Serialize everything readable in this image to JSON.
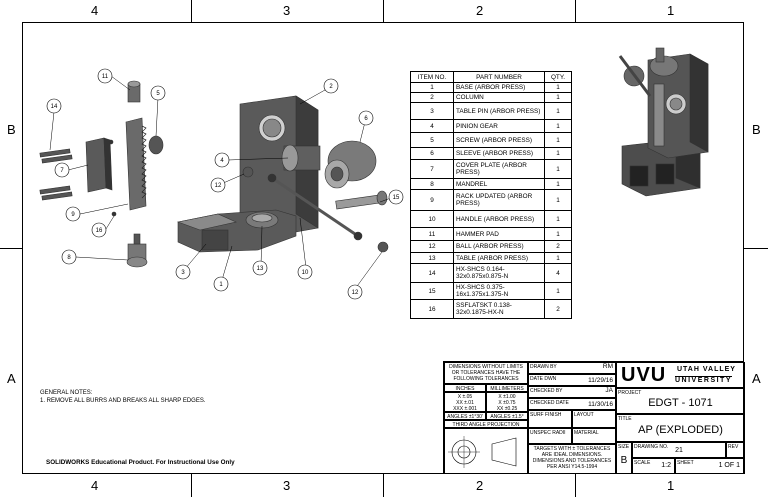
{
  "zones": {
    "top": [
      "4",
      "3",
      "2",
      "1"
    ],
    "bottom": [
      "4",
      "3",
      "2",
      "1"
    ],
    "left": [
      "B",
      "A"
    ],
    "right": [
      "B",
      "A"
    ]
  },
  "bom": {
    "headers": [
      "ITEM NO.",
      "PART NUMBER",
      "QTY."
    ],
    "rows": [
      {
        "item": "1",
        "part": "BASE (ARBOR PRESS)",
        "qty": "1"
      },
      {
        "item": "2",
        "part": "COLUMN",
        "qty": "1"
      },
      {
        "item": "3",
        "part": "TABLE PIN (ARBOR PRESS)",
        "qty": "1"
      },
      {
        "item": "4",
        "part": "PINION GEAR",
        "qty": "1"
      },
      {
        "item": "5",
        "part": "SCREW (ARBOR PRESS)",
        "qty": "1"
      },
      {
        "item": "6",
        "part": "SLEEVE (ARBOR PRESS)",
        "qty": "1"
      },
      {
        "item": "7",
        "part": "COVER PLATE (ARBOR PRESS)",
        "qty": "1"
      },
      {
        "item": "8",
        "part": "MANDREL",
        "qty": "1"
      },
      {
        "item": "9",
        "part": "RACK UPDATED (ARBOR PRESS)",
        "qty": "1"
      },
      {
        "item": "10",
        "part": "HANDLE (ARBOR PRESS)",
        "qty": "1"
      },
      {
        "item": "11",
        "part": "HAMMER PAD",
        "qty": "1"
      },
      {
        "item": "12",
        "part": "BALL (ARBOR PRESS)",
        "qty": "2"
      },
      {
        "item": "13",
        "part": "TABLE (ARBOR PRESS)",
        "qty": "1"
      },
      {
        "item": "14",
        "part": "HX-SHCS 0.164-32x0.875x0.875-N",
        "qty": "4"
      },
      {
        "item": "15",
        "part": "HX-SHCS 0.375-16x1.375x1.375-N",
        "qty": "1"
      },
      {
        "item": "16",
        "part": "SSFLATSKT 0.138-32x0.1875-HX-N",
        "qty": "2"
      }
    ]
  },
  "balloons": [
    "11",
    "5",
    "14",
    "7",
    "9",
    "16",
    "8",
    "2",
    "6",
    "4",
    "12",
    "3",
    "1",
    "13",
    "10",
    "15",
    "12"
  ],
  "notes": {
    "heading": "GENERAL NOTES:",
    "line1": "1. REMOVE ALL BURRS AND BREAKS ALL SHARP EDGES."
  },
  "edu_notice": "SOLIDWORKS Educational Product. For Instructional Use Only",
  "title_block": {
    "tolerance_heading": "DIMENSIONS WITHOUT LIMITS OR TOLERANCES HAVE THE FOLLOWING TOLERANCES",
    "inches_label": "INCHES",
    "mm_label": "MILLIMETERS",
    "inch_tol": "X ±.05\nXX ±.01\nXXX ±.001",
    "mm_tol": "X ±1.00\nX ±0.75\nXX ±0.25",
    "angles_inch": "ANGLES ±1°30'",
    "angles_mm": "ANGLES ±1.5°",
    "projection": "THIRD ANGLE PROJECTION",
    "asme": "TARGETS WITH ± TOLERANCES ARE IDEAL DIMENSIONS. DIMENSIONS AND TOLERANCES PER ANSI Y14.5-1994",
    "drawn_by_label": "DRAWN BY",
    "drawn_by": "RM",
    "date_dwn_label": "DATE DWN",
    "date_dwn": "11/29/16",
    "checked_by_label": "CHECKED BY",
    "checked_by": "JA",
    "checked_date_label": "CHECKED DATE",
    "checked_date": "11/30/16",
    "surf_finish_label": "SURF FINISH",
    "layout_label": "LAYOUT",
    "unspec_radii_label": "UNSPEC RADII",
    "material_label": "MATERIAL",
    "logo_text": "UVU",
    "logo_line1": "UTAH VALLEY",
    "logo_line2": "UNIVERSITY",
    "project_label": "PROJECT",
    "project": "EDGT - 1071",
    "title_label": "TITLE",
    "title": "AP (EXPLODED)",
    "size_label": "SIZE",
    "size": "B",
    "drawing_no_label": "DRAWING NO.",
    "drawing_no": "21",
    "rev_label": "REV",
    "scale_label": "SCALE",
    "scale": "1:2",
    "sheet_label": "SHEET",
    "sheet": "1 OF 1"
  }
}
